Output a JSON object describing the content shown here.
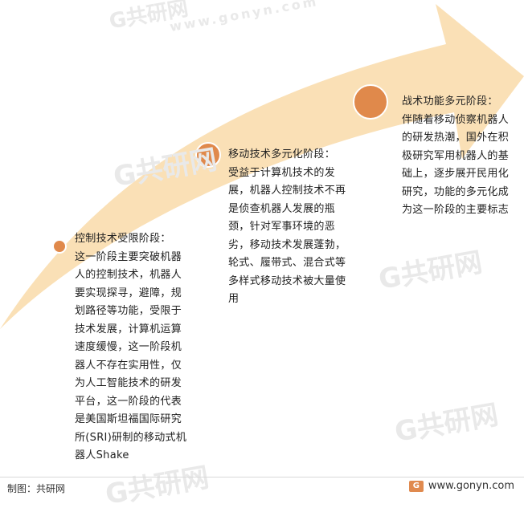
{
  "watermark": {
    "brand": "共研网",
    "url": "www.gonyn.com"
  },
  "colors": {
    "arrow": "#fae0b6",
    "dot": "#e0894b",
    "dot_border": "#ffffff"
  },
  "stages": [
    {
      "title": "控制技术受限阶段：",
      "body": "这一阶段主要突破机器人的控制技术，机器人要实现探寻，避障，规划路径等功能，受限于技术发展，计算机运算速度缓慢，这一阶段机器人不存在实用性，仅为人工智能技术的研发平台，这一阶段的代表是美国斯坦福国际研究所(SRI)研制的移动式机器人Shake"
    },
    {
      "title": "移动技术多元化阶段：",
      "body": "受益于计算机技术的发展，机器人控制技术不再是侦查机器人发展的瓶颈，针对军事环境的恶劣，移动技术发展蓬勃，轮式、履带式、混合式等多样式移动技术被大量使用"
    },
    {
      "title": "战术功能多元阶段：",
      "body": "伴随着移动侦察机器人的研发热潮，国外在积极研究军用机器人的基础上，逐步展开民用化研究，功能的多元化成为这一阶段的主要标志"
    }
  ],
  "footer": {
    "credit": "制图：共研网",
    "site": "www.gonyn.com",
    "logo_glyph": "G"
  }
}
